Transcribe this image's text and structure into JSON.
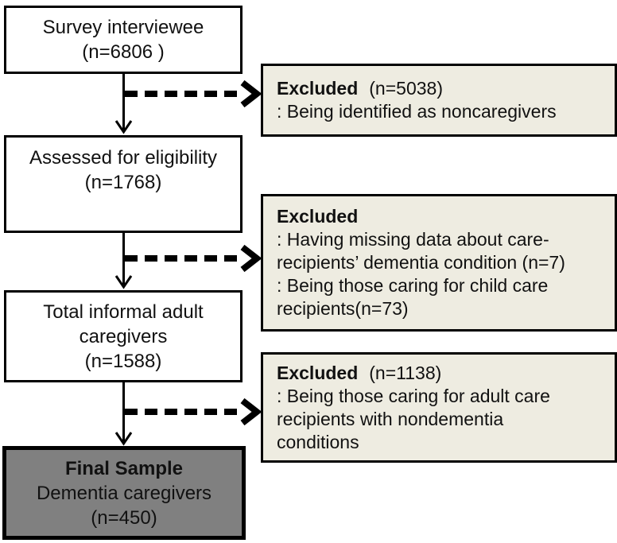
{
  "colors": {
    "excluded_bg": "#EEECE1",
    "final_box_bg": "#808080",
    "border": "#000000",
    "text": "#111111",
    "canvas_bg": "#FFFFFF"
  },
  "box1": {
    "line1": "Survey interviewee",
    "line2": "(n=6806 )"
  },
  "box2": {
    "line1": "Assessed for eligibility",
    "line2": "(n=1768)"
  },
  "box3": {
    "line1": "Total informal adult",
    "line2": "caregivers",
    "line3": "(n=1588)"
  },
  "box4": {
    "title": "Final Sample",
    "line1": "Dementia caregivers",
    "line2": "(n=450)"
  },
  "excl1": {
    "heading": "Excluded",
    "count": "(n=5038)",
    "line1": ": Being identified as noncaregivers"
  },
  "excl2": {
    "heading": "Excluded",
    "count": "",
    "line1": ": Having missing data about care-",
    "line2": "recipients’ dementia condition (n=7)",
    "line3": ": Being those caring for child care",
    "line4": "recipients(n=73)"
  },
  "excl3": {
    "heading": "Excluded",
    "count": "(n=1138)",
    "line1": ": Being those caring for adult care",
    "line2": "recipients with nondementia",
    "line3": "conditions"
  }
}
